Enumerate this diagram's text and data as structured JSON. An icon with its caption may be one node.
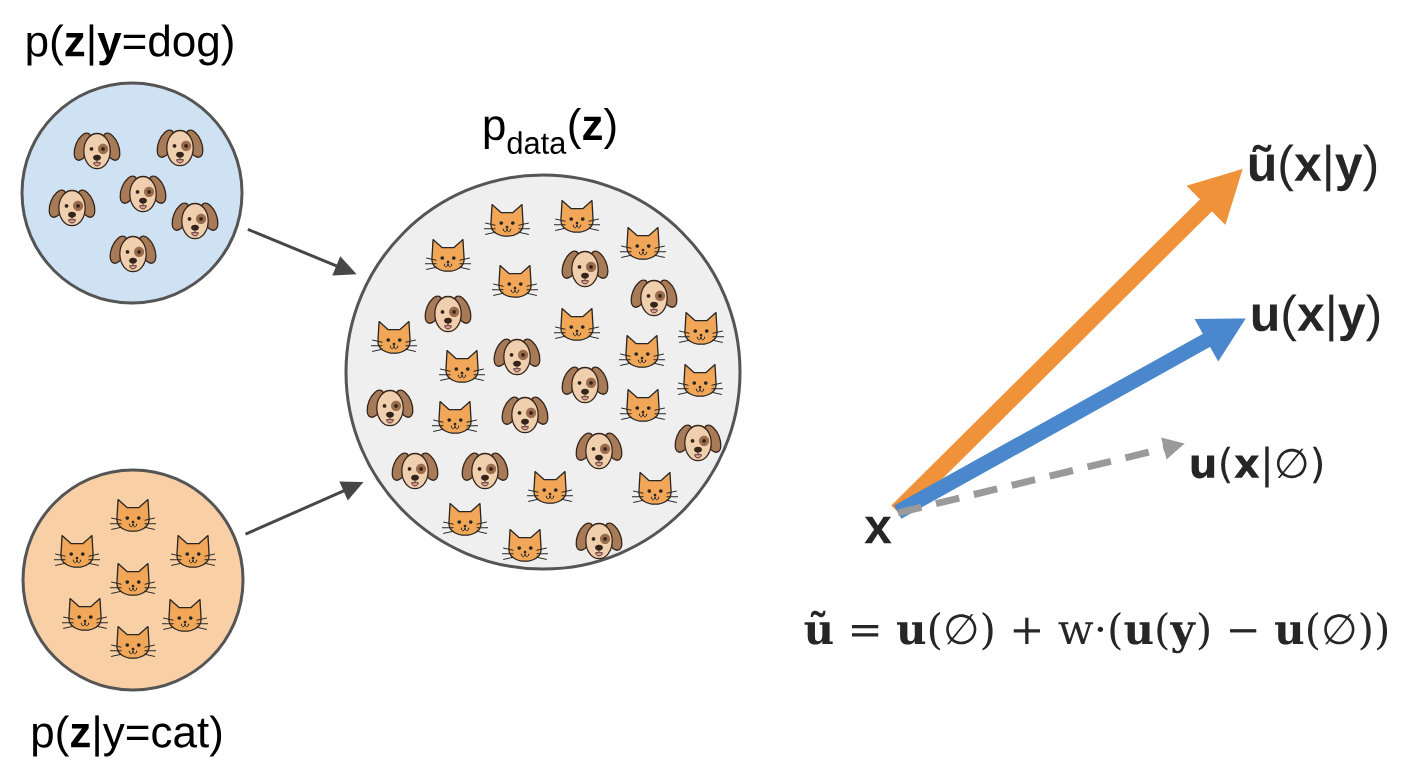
{
  "diagram": {
    "nodes": [
      {
        "text": [
          "p(**z**|**y**=dog)"
        ]
      },
      {
        "text": [
          "p(**z**|y=cat)"
        ]
      },
      {
        "text": [
          "p$_{data}$(**z**)"
        ]
      },
      {
        "text": [
          "x"
        ]
      },
      {
        "text": [
          "**ũ**(**x**|**y**)"
        ]
      },
      {
        "text": [
          "**u**(**x**|**y**)"
        ]
      },
      {
        "text": [
          "**u**(**x**|∅)"
        ]
      }
    ],
    "edges": [
      {
        "from": 0,
        "to": 2,
        "arrow": "to"
      },
      {
        "from": 1,
        "to": 2,
        "arrow": "to"
      },
      {
        "from": 3,
        "to": 4,
        "arrow": "to",
        "style": "thick",
        "color": "#f0923a"
      },
      {
        "from": 3,
        "to": 5,
        "arrow": "to",
        "style": "thick",
        "color": "#4a87cc"
      },
      {
        "from": 3,
        "to": 6,
        "arrow": "to",
        "style": "dashed",
        "color": "#9a9a9a"
      }
    ],
    "labels": [
      "**ũ** = **u**(∅) + w·(**u**(**y**) − **u**(∅))"
    ]
  }
}
